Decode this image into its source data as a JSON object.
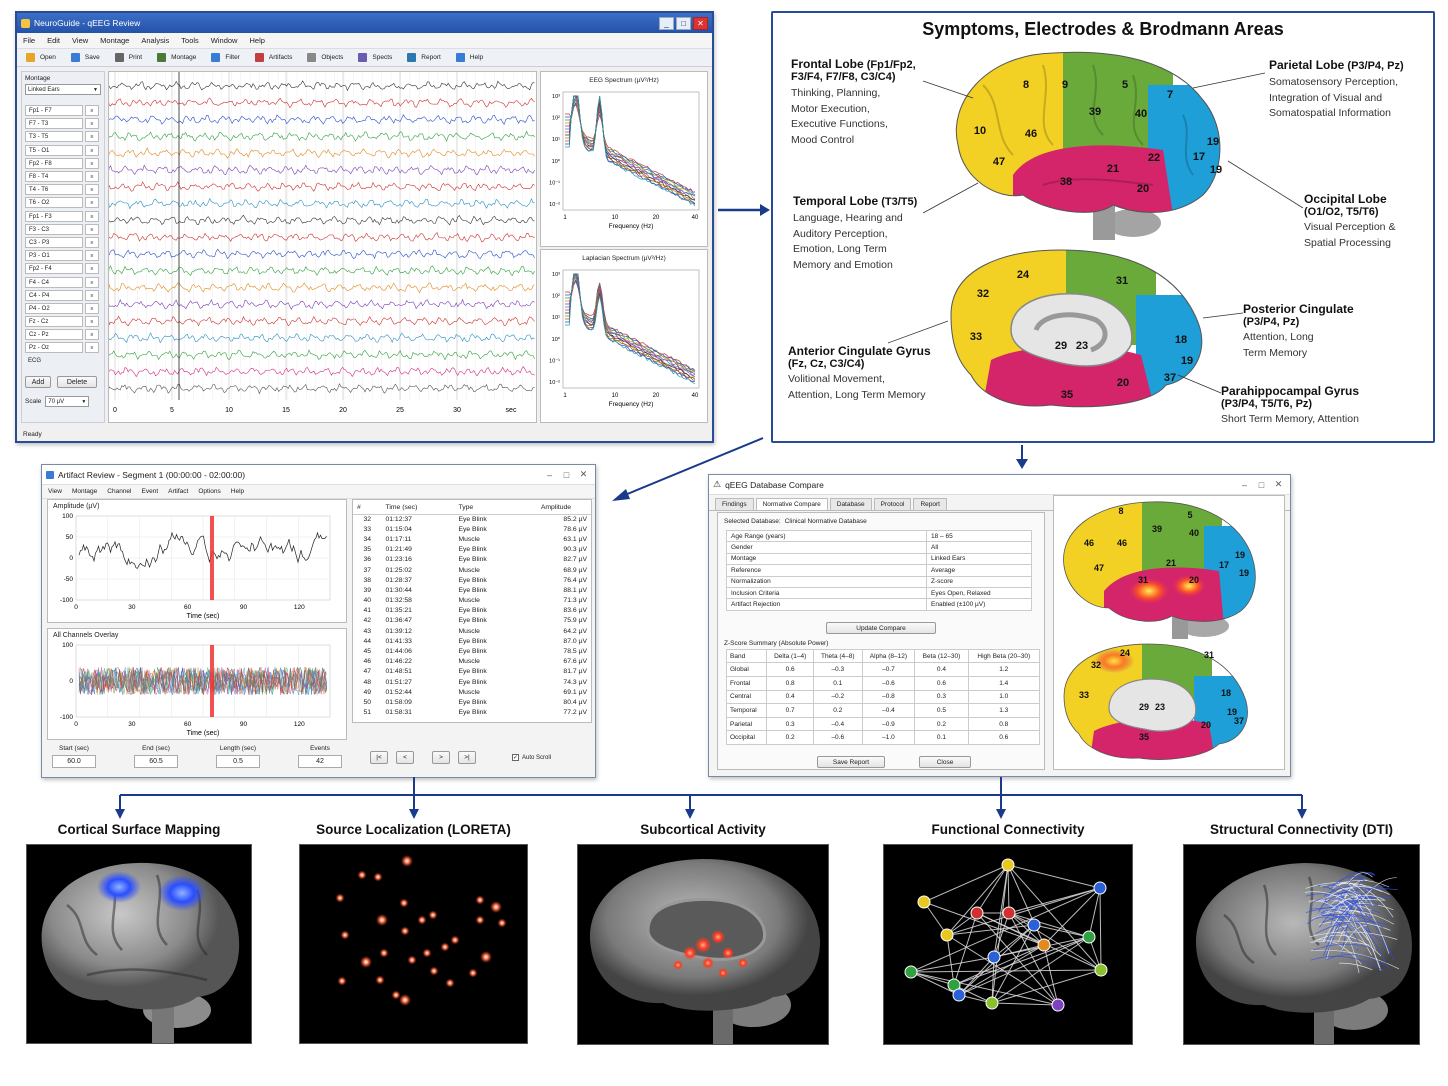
{
  "main_window": {
    "app": "NeuroGuide",
    "title": "NeuroGuide  -  qEEG Review",
    "status": "Ready",
    "menu": [
      "File",
      "Edit",
      "View",
      "Montage",
      "Analysis",
      "Tools",
      "Window",
      "Help"
    ],
    "toolbar": [
      "Open",
      "Save",
      "Print",
      "Montage",
      "Filter",
      "Artifacts",
      "Objects",
      "Spects",
      "Report",
      "Help"
    ],
    "montage_label": "Montage",
    "montage_value": "Linked Ears",
    "channels": [
      "Fp1 - F7",
      "F7 - T3",
      "T3 - T5",
      "T5 - O1",
      "Fp2 - F8",
      "F8 - T4",
      "T4 - T6",
      "T6 - O2",
      "Fp1 - F3",
      "F3 - C3",
      "C3 - P3",
      "P3 - O1",
      "Fp2 - F4",
      "F4 - C4",
      "C4 - P4",
      "P4 - O2",
      "Fz - Cz",
      "Cz - Pz",
      "Pz - Oz",
      "ECG"
    ],
    "add_label": "Add",
    "delete_label": "Delete",
    "scale_label": "Scale",
    "scale_value": "70 µV",
    "time_ticks": [
      "0",
      "5",
      "10",
      "15",
      "20",
      "25",
      "30",
      "sec"
    ],
    "eeg_spectrum": {
      "title": "EEG Spectrum (µV²/Hz)",
      "xlabel": "Frequency (Hz)",
      "yticks": [
        "10³",
        "10²",
        "10¹",
        "10⁰",
        "10⁻¹",
        "10⁻²"
      ],
      "xticks": [
        "1",
        "10",
        "20",
        "40"
      ]
    },
    "lap_spectrum": {
      "title": "Laplacian Spectrum (µV²/Hz)",
      "xlabel": "Frequency (Hz)",
      "yticks": [
        "10³",
        "10²",
        "10¹",
        "10⁰",
        "10⁻¹",
        "10⁻²"
      ],
      "xticks": [
        "1",
        "10",
        "20",
        "40"
      ]
    }
  },
  "brodmann": {
    "title": "Symptoms, Electrodes & Brodmann Areas",
    "frontal": {
      "name": "Frontal Lobe",
      "elec": "(Fp1/Fp2,",
      "elec2": "F3/F4, F7/F8, C3/C4)",
      "desc": [
        "Thinking, Planning,",
        "Motor Execution,",
        "Executive Functions,",
        "Mood Control"
      ]
    },
    "temporal": {
      "name": "Temporal Lobe",
      "elec": "(T3/T5)",
      "desc": [
        "Language, Hearing and",
        "Auditory Perception,",
        "Emotion, Long Term",
        "Memory and Emotion"
      ]
    },
    "parietal": {
      "name": "Parietal Lobe",
      "elec": "(P3/P4, Pz)",
      "desc": [
        "Somatosensory Perception,",
        "Integration of Visual and",
        "Somatospatial Information"
      ]
    },
    "occipital": {
      "name": "Occipital Lobe",
      "elec": "(O1/O2, T5/T6)",
      "desc": [
        "Visual Perception &",
        "Spatial Processing"
      ]
    },
    "posterior_cingulate": {
      "name": "Posterior Cingulate",
      "elec": "(P3/P4, Pz)",
      "desc": [
        "Attention, Long",
        "Term Memory"
      ]
    },
    "anterior_cingulate": {
      "name": "Anterior Cingulate Gyrus",
      "elec": "(Fz, Cz, C3/C4)",
      "desc": [
        "Volitional Movement,",
        "Attention, Long Term Memory"
      ]
    },
    "parahippocampal": {
      "name": "Parahippocampal Gyrus",
      "elec": "(P3/P4, T5/T6, Pz)",
      "desc": [
        "Short Term Memory, Attention"
      ]
    },
    "lateral_numbers": [
      "8",
      "9",
      "5",
      "7",
      "10",
      "46",
      "39",
      "40",
      "47",
      "22",
      "21",
      "17",
      "19",
      "19",
      "38",
      "20"
    ],
    "medial_numbers": [
      "24",
      "31",
      "32",
      "33",
      "29",
      "23",
      "18",
      "19",
      "37",
      "20",
      "35"
    ]
  },
  "artifact_window": {
    "title": "Artifact Review  -  Segment 1 (00:00:00 - 02:00:00)",
    "menu": [
      "View",
      "Montage",
      "Channel",
      "Event",
      "Artifact",
      "Options",
      "Help"
    ],
    "plot1": {
      "title": "Amplitude (µV)",
      "xlabel": "Time (sec)",
      "yticks": [
        "100",
        "50",
        "0",
        "-50",
        "-100"
      ],
      "xticks": [
        "0",
        "30",
        "60",
        "90",
        "120"
      ]
    },
    "plot2": {
      "title": "All Channels Overlay",
      "xlabel": "Time (sec)",
      "yticks": [
        "100",
        "0",
        "-100"
      ],
      "xticks": [
        "0",
        "30",
        "60",
        "90",
        "120"
      ]
    },
    "fields": [
      {
        "label": "Start (sec)",
        "value": "60.0"
      },
      {
        "label": "End (sec)",
        "value": "60.5"
      },
      {
        "label": "Length (sec)",
        "value": "0.5"
      },
      {
        "label": "Events",
        "value": "42"
      }
    ],
    "table_headers": [
      "#",
      "Time (sec)",
      "Type",
      "Amplitude"
    ],
    "rows": [
      [
        "32",
        "01:12:37",
        "Eye Blink",
        "85.2 µV"
      ],
      [
        "33",
        "01:15:04",
        "Eye Blink",
        "78.6 µV"
      ],
      [
        "34",
        "01:17:11",
        "Muscle",
        "63.1 µV"
      ],
      [
        "35",
        "01:21:49",
        "Eye Blink",
        "90.3 µV"
      ],
      [
        "36",
        "01:23:16",
        "Eye Blink",
        "82.7 µV"
      ],
      [
        "37",
        "01:25:02",
        "Muscle",
        "68.9 µV"
      ],
      [
        "38",
        "01:28:37",
        "Eye Blink",
        "76.4 µV"
      ],
      [
        "39",
        "01:30:44",
        "Eye Blink",
        "88.1 µV"
      ],
      [
        "40",
        "01:32:58",
        "Muscle",
        "71.3 µV"
      ],
      [
        "41",
        "01:35:21",
        "Eye Blink",
        "83.6 µV"
      ],
      [
        "42",
        "01:36:47",
        "Eye Blink",
        "75.9 µV"
      ],
      [
        "43",
        "01:39:12",
        "Muscle",
        "64.2 µV"
      ],
      [
        "44",
        "01:41:33",
        "Eye Blink",
        "87.0 µV"
      ],
      [
        "45",
        "01:44:06",
        "Eye Blink",
        "78.5 µV"
      ],
      [
        "46",
        "01:46:22",
        "Muscle",
        "67.6 µV"
      ],
      [
        "47",
        "01:48:51",
        "Eye Blink",
        "81.7 µV"
      ],
      [
        "48",
        "01:51:27",
        "Eye Blink",
        "74.3 µV"
      ],
      [
        "49",
        "01:52:44",
        "Muscle",
        "69.1 µV"
      ],
      [
        "50",
        "01:58:09",
        "Eye Blink",
        "80.4 µV"
      ],
      [
        "51",
        "01:58:31",
        "Eye Blink",
        "77.2 µV"
      ]
    ],
    "nav": [
      "|<",
      "<",
      ">",
      ">|"
    ],
    "auto_scroll": "Auto Scroll"
  },
  "compare_window": {
    "title": "qEEG Database Compare",
    "tabs": [
      "Findings",
      "Normative Compare",
      "Database",
      "Protocol",
      "Report"
    ],
    "db_label": "Selected Database:",
    "db_value": "Clinical Normative Database",
    "fields": [
      [
        "Age Range (years)",
        "18 – 65"
      ],
      [
        "Gender",
        "All"
      ],
      [
        "Montage",
        "Linked Ears"
      ],
      [
        "Reference",
        "Average"
      ],
      [
        "Normalization",
        "Z-score"
      ],
      [
        "Inclusion Criteria",
        "Eyes Open, Relaxed"
      ],
      [
        "Artifact Rejection",
        "Enabled (±100 µV)"
      ]
    ],
    "update_label": "Update Compare",
    "zscore_title": "Z-Score Summary (Absolute Power)",
    "z_headers": [
      "Band",
      "Delta (1–4)",
      "Theta (4–8)",
      "Alpha (8–12)",
      "Beta (12–30)",
      "High Beta (20–30)"
    ],
    "z_rows": [
      [
        "Global",
        "0.6",
        "–0.3",
        "–0.7",
        "0.4",
        "1.2"
      ],
      [
        "Frontal",
        "0.8",
        "0.1",
        "–0.6",
        "0.6",
        "1.4"
      ],
      [
        "Central",
        "0.4",
        "–0.2",
        "–0.8",
        "0.3",
        "1.0"
      ],
      [
        "Temporal",
        "0.7",
        "0.2",
        "–0.4",
        "0.5",
        "1.3"
      ],
      [
        "Parietal",
        "0.3",
        "–0.4",
        "–0.9",
        "0.2",
        "0.8"
      ],
      [
        "Occipital",
        "0.2",
        "–0.6",
        "–1.0",
        "0.1",
        "0.6"
      ]
    ],
    "save_label": "Save Report",
    "close_label": "Close",
    "lateral_numbers": [
      "8",
      "5",
      "46",
      "46",
      "39",
      "40",
      "47",
      "21",
      "17",
      "19",
      "19",
      "31",
      "20"
    ],
    "medial_numbers": [
      "24",
      "31",
      "32",
      "33",
      "29",
      "23",
      "18",
      "19",
      "20",
      "37",
      "35"
    ]
  },
  "bottom": {
    "panels": [
      "Cortical Surface Mapping",
      "Source Localization (LORETA)",
      "Subcortical Activity",
      "Functional Connectivity",
      "Structural Connectivity (DTI)"
    ]
  },
  "colors": {
    "frontal": "#f2d024",
    "parietal": "#6aaa3a",
    "occipital": "#1e9fd8",
    "temporal": "#d4246a",
    "arrow": "#1a3a8a"
  }
}
